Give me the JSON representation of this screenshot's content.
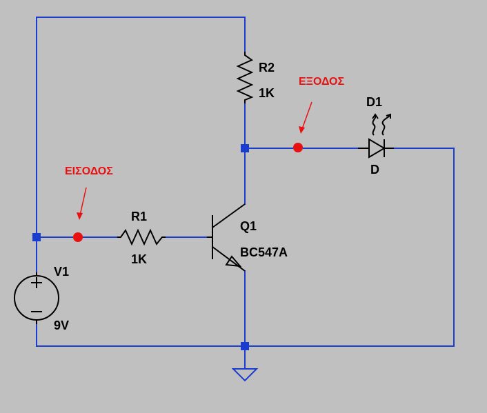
{
  "components": {
    "r1": {
      "name": "R1",
      "value": "1K"
    },
    "r2": {
      "name": "R2",
      "value": "1K"
    },
    "q1": {
      "name": "Q1",
      "value": "BC547A"
    },
    "d1": {
      "name": "D1",
      "value": "D"
    },
    "v1": {
      "name": "V1",
      "value": "9V"
    }
  },
  "annotations": {
    "input": "ΕΙΣΟΔΟΣ",
    "output": "ΕΞΟΔΟΣ"
  },
  "colors": {
    "background": "#c0c0c0",
    "wire": "#1a3ccf",
    "component": "#000000",
    "annotation": "#e81010"
  }
}
